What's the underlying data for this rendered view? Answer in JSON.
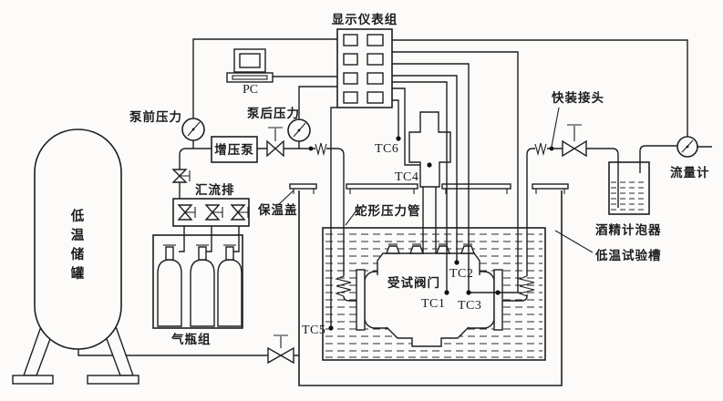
{
  "diagram": {
    "title_hint": "cryogenic valve low-temperature test rig schematic",
    "colors": {
      "line": "#1f1f1f",
      "background": "#fcfbf9"
    },
    "labels": {
      "display_panel": "显示仪表组",
      "pc": "PC",
      "pump_front_pressure": "泵前压力",
      "pump_rear_pressure": "泵后压力",
      "booster_pump": "增压泵",
      "manifold": "汇流排",
      "gas_cylinders": "气瓶组",
      "insulation_cover": "保温盖",
      "serpentine_tube": "蛇形压力管",
      "quick_fitting": "快装接头",
      "flow_meter": "流量计",
      "alcohol_bubbler": "酒精计泡器",
      "cryo_test_bath": "低温试验槽",
      "test_valve": "受试阀门"
    },
    "cryo_tank_chars": [
      "低",
      "温",
      "储",
      "罐"
    ],
    "thermocouples": {
      "tc1": "TC1",
      "tc2": "TC2",
      "tc3": "TC3",
      "tc4": "TC4",
      "tc5": "TC5",
      "tc6": "TC6"
    }
  }
}
